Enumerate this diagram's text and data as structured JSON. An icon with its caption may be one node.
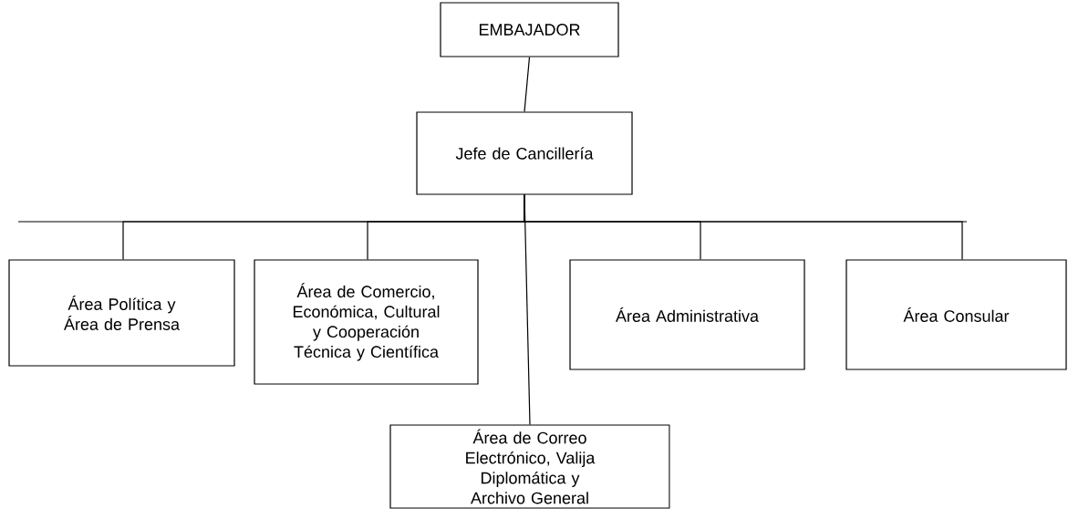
{
  "diagram": {
    "nodes": [
      {
        "text": [
          "EMBAJADOR"
        ]
      },
      {
        "text": [
          "Jefe de Cancillería"
        ]
      },
      {
        "text": [
          "Área Política y Área de Prensa"
        ]
      },
      {
        "text": [
          "Área de Comercio, Económica, Cultural y Cooperación Técnica y Científica"
        ]
      },
      {
        "text": [
          "Área Administrativa"
        ]
      },
      {
        "text": [
          "Área Consular"
        ]
      },
      {
        "text": [
          "Área de Correo Electrónico, Valija Diplomática y Archivo General"
        ]
      }
    ],
    "edges": [
      {
        "from": 0,
        "to": 1,
        "arrow": "none"
      },
      {
        "from": 1,
        "to": 2,
        "arrow": "none"
      },
      {
        "from": 1,
        "to": 3,
        "arrow": "none"
      },
      {
        "from": 1,
        "to": 4,
        "arrow": "none"
      },
      {
        "from": 1,
        "to": 5,
        "arrow": "none"
      },
      {
        "from": 1,
        "to": 6,
        "arrow": "none"
      }
    ]
  }
}
